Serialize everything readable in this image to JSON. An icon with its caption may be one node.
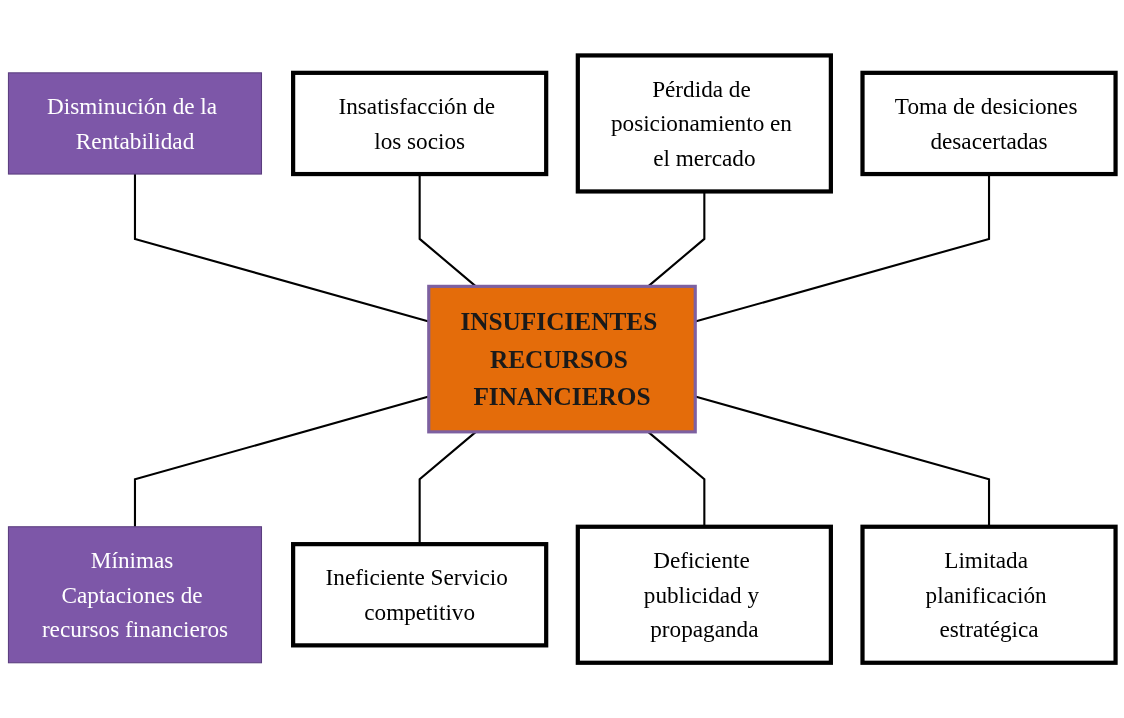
{
  "diagram": {
    "nodes": [
      {
        "text": [
          "Disminución de la Rentabilidad"
        ]
      },
      {
        "text": [
          "Insatisfacción de los socios"
        ]
      },
      {
        "text": [
          "Pérdida de posicionamiento en el mercado"
        ]
      },
      {
        "text": [
          "Toma de desiciones desacertadas"
        ]
      },
      {
        "text": [
          "INSUFICIENTES RECURSOS FINANCIEROS"
        ]
      },
      {
        "text": [
          "Mínimas Captaciones de recursos financieros"
        ]
      },
      {
        "text": [
          "Ineficiente Servicio competitivo"
        ]
      },
      {
        "text": [
          "Deficiente publicidad y propaganda"
        ]
      },
      {
        "text": [
          "Limitada planificación estratégica"
        ]
      }
    ],
    "edges": [
      {
        "from": 0,
        "to": 4,
        "arrow": "none"
      },
      {
        "from": 1,
        "to": 4,
        "arrow": "none"
      },
      {
        "from": 2,
        "to": 4,
        "arrow": "none"
      },
      {
        "from": 3,
        "to": 4,
        "arrow": "none"
      },
      {
        "from": 4,
        "to": 5,
        "arrow": "none"
      },
      {
        "from": 4,
        "to": 6,
        "arrow": "none"
      },
      {
        "from": 4,
        "to": 7,
        "arrow": "none"
      },
      {
        "from": 4,
        "to": 8,
        "arrow": "none"
      }
    ]
  }
}
